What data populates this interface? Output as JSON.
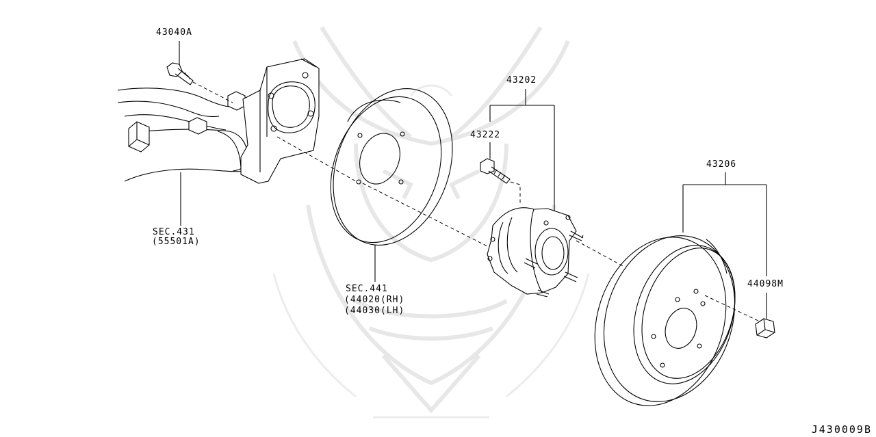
{
  "labels": {
    "p43040A": "43040A",
    "p43202": "43202",
    "p43222": "43222",
    "p43206": "43206",
    "p44098M": "44098M",
    "sec431_line1": "SEC.431",
    "sec431_line2": "(55501A)",
    "sec441_line1": "SEC.441",
    "sec441_line2": "(44020(RH)",
    "sec441_line3": "(44030(LH)"
  },
  "diagram_code": "J430009B",
  "colors": {
    "lines": "#000000",
    "watermark": "#e7e7e7",
    "background": "#ffffff"
  }
}
